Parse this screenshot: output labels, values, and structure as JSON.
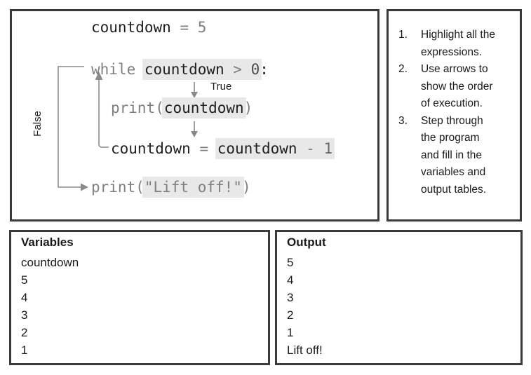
{
  "colors": {
    "border": "#3a3a3a",
    "code_dark": "#1f1f1f",
    "code_gray": "#7f7f7f",
    "expression_highlight": "#e8e8e8",
    "arrow_gray": "#8a8a8a"
  },
  "flowchart": {
    "assign_line": {
      "lhs": "countdown",
      "rhs": " = 5"
    },
    "while_line": {
      "keyword": "while ",
      "cond_var": "countdown",
      "cond_op": " > ",
      "cond_zero": "0",
      "colon": ":"
    },
    "true_label": "True",
    "false_label": "False",
    "print_line": {
      "fn": "print(",
      "arg": "countdown",
      "close": ")"
    },
    "decrement_line": {
      "lhs": "countdown",
      "assign": " = ",
      "expr_var": "countdown",
      "expr_op": " - ",
      "expr_one": "1"
    },
    "liftoff_line": {
      "fn": "print(",
      "arg": "\"Lift off!\"",
      "close": ")"
    }
  },
  "instructions": {
    "items": [
      {
        "num": "1.",
        "text": "Highlight all the\nexpressions."
      },
      {
        "num": "2.",
        "text": "Use arrows to\nshow the order\nof execution."
      },
      {
        "num": "3.",
        "text": "Step through\nthe program\nand fill in the\nvariables and\noutput tables."
      }
    ]
  },
  "variables_panel": {
    "title": "Variables",
    "rows": [
      "countdown",
      "5",
      "4",
      "3",
      "2",
      "1"
    ]
  },
  "output_panel": {
    "title": "Output",
    "rows": [
      "5",
      "4",
      "3",
      "2",
      "1",
      "Lift off!"
    ]
  }
}
